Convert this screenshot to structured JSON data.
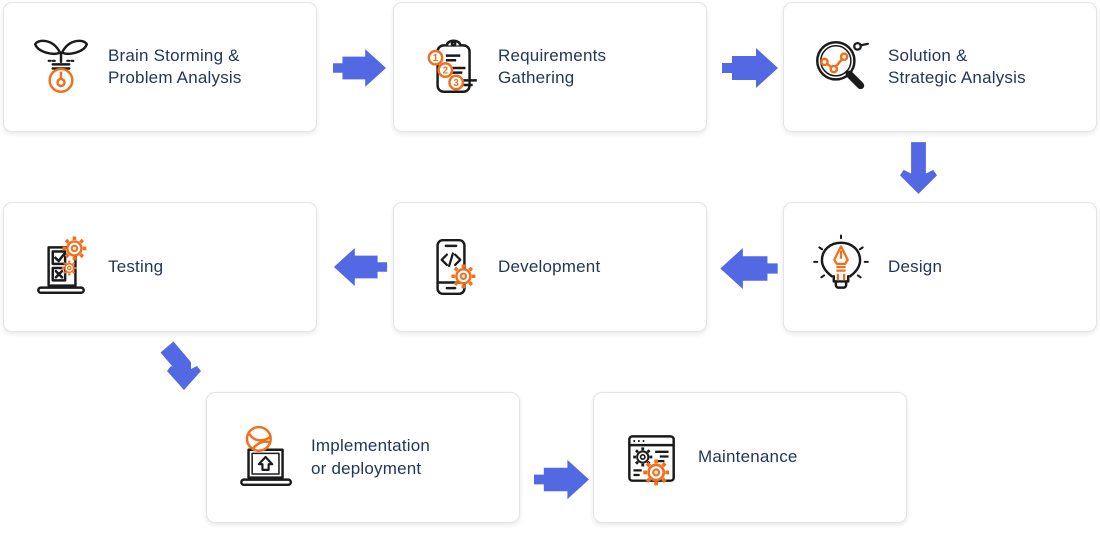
{
  "palette": {
    "arrow_blue": "#5368e3",
    "icon_orange": "#f2701d",
    "icon_black": "#1b1b1d",
    "label_navy": "#21375c",
    "card_border": "#e3e4e8",
    "background": "#ffffff"
  },
  "flow": {
    "steps": [
      {
        "id": "brainstorming",
        "label": "Brain Storming &\nProblem Analysis",
        "icon": "seed-idea-bulb-icon"
      },
      {
        "id": "requirements",
        "label": "Requirements\nGathering",
        "icon": "clipboard-numbered-list-icon"
      },
      {
        "id": "solution",
        "label": "Solution &\nStrategic Analysis",
        "icon": "magnifier-chart-icon"
      },
      {
        "id": "design",
        "label": "Design",
        "icon": "bulb-pen-nib-icon"
      },
      {
        "id": "development",
        "label": "Development",
        "icon": "phone-code-gear-icon"
      },
      {
        "id": "testing",
        "label": "Testing",
        "icon": "checklist-gears-icon"
      },
      {
        "id": "implementation",
        "label": "Implementation\nor deployment",
        "icon": "laptop-globe-upload-icon"
      },
      {
        "id": "maintenance",
        "label": "Maintenance",
        "icon": "browser-gears-icon"
      }
    ],
    "connections": [
      {
        "from": "brainstorming",
        "to": "requirements",
        "direction": "right"
      },
      {
        "from": "requirements",
        "to": "solution",
        "direction": "right"
      },
      {
        "from": "solution",
        "to": "design",
        "direction": "down"
      },
      {
        "from": "design",
        "to": "development",
        "direction": "left"
      },
      {
        "from": "development",
        "to": "testing",
        "direction": "left"
      },
      {
        "from": "testing",
        "to": "implementation",
        "direction": "down-right"
      },
      {
        "from": "implementation",
        "to": "maintenance",
        "direction": "right"
      }
    ]
  }
}
